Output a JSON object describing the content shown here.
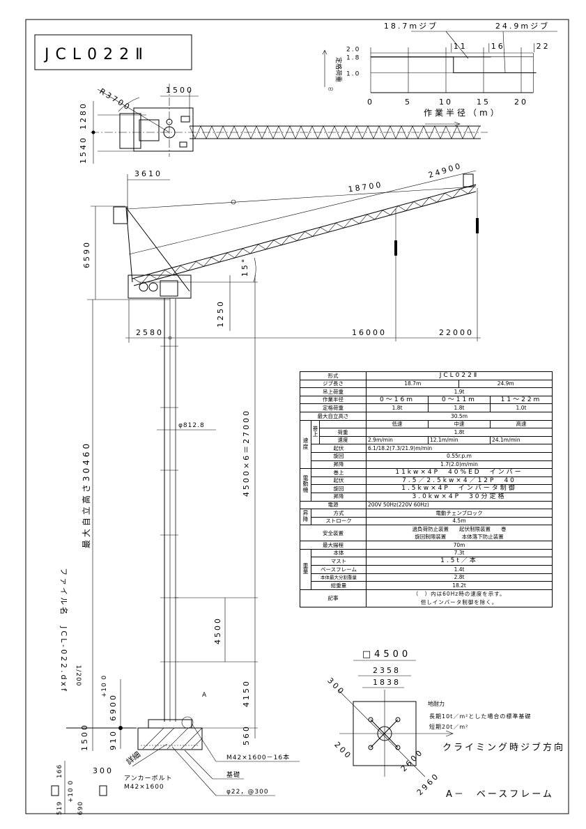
{
  "title": "JCL022Ⅱ",
  "chart_data": {
    "type": "line",
    "title": "",
    "xlabel": "作業半径（m）",
    "ylabel": "定格荷重",
    "yunit": "(t)",
    "xlim": [
      0,
      21.6
    ],
    "ylim": [
      0,
      2.2
    ],
    "x_ticks": [
      "0",
      "5",
      "10",
      "15",
      "20"
    ],
    "x_tick_values": [
      0,
      5,
      10,
      15,
      20
    ],
    "y_ticks": [
      "2.0",
      "1.8",
      "1.0"
    ],
    "y_tick_values": [
      2.0,
      1.8,
      1.0
    ],
    "top_markers": [
      "11",
      "16",
      "22"
    ],
    "top_marker_values": [
      11,
      16,
      22
    ],
    "grid": true,
    "series": [
      {
        "name": "18.7mジブ",
        "x": [
          0,
          16
        ],
        "y": [
          1.8,
          1.8
        ]
      },
      {
        "name": "24.9mジブ",
        "x": [
          0,
          11,
          11,
          22
        ],
        "y": [
          1.8,
          1.8,
          1.0,
          1.0
        ]
      }
    ]
  },
  "plan_view": {
    "radius": "R3700",
    "width": "1500",
    "upper": "1280",
    "lower": "1540"
  },
  "elevation": {
    "width": "3610",
    "height": "6590",
    "jib_long": "24900",
    "jib_short": "18700",
    "angle": "15°",
    "pivot": "1250",
    "tail": "2580",
    "radius_short": "16000",
    "radius_long": "22000"
  },
  "mast": {
    "diameter": "φ812.8",
    "sections": "4500×6＝27000",
    "section": "4500",
    "bottom": "4150",
    "foundation_depth": "560",
    "max_height": "最大自立高さ30460",
    "h1500": "1500",
    "h910": "910",
    "h6900": "6900",
    "tolerance": "+10 0"
  },
  "file": {
    "name": "ファイル名　JCL-022.dxf",
    "scale": "1/200"
  },
  "foundation": {
    "bolts": "M42×1600－16本",
    "base": "基礎",
    "rebar": "φ22，@300",
    "detail": "詳細",
    "section_mark": "A",
    "anchor_label": "アンカーボルト",
    "anchor_spec": "M42×1600",
    "anchor_pitch": "300",
    "d166": "166",
    "d519": "519",
    "d690": "690",
    "d_tol": "+10 0"
  },
  "base_frame": {
    "size": "□4500",
    "d2358": "2358",
    "d1838": "1838",
    "d300": "300",
    "d200": "200",
    "d2600": "2600",
    "d2960": "2960",
    "soil_title": "地耐力",
    "soil_long": "長期10t／m²とした場合の標準基礎",
    "soil_short": "短期20t／m²",
    "jib_direction": "クライミング時ジブ方向",
    "caption": "A－　ベースフレーム"
  },
  "spec": {
    "model_label": "形式",
    "model": "JCL022Ⅱ",
    "jib_label": "ジブ長さ",
    "jib1": "18.7m",
    "jib2": "24.9m",
    "lift_label": "吊上荷重",
    "lift": "1.9t",
    "radius_label": "作業半径",
    "radius1": "0～16m",
    "radius2": "0～11m",
    "radius3": "11～22m",
    "rated_label": "定格荷重",
    "rated1": "1.8t",
    "rated2": "1.8t",
    "rated3": "1.0t",
    "height_label": "最大自立高さ",
    "height": "30.5m",
    "speed_group": "速度",
    "hoist_group": "巻上",
    "low": "低速",
    "mid": "中速",
    "high": "高速",
    "load_label": "荷重",
    "load": "1.8t",
    "speed_label": "速度",
    "speed_low": "2.9m/min",
    "speed_mid": "12.1m/min",
    "speed_high": "24.1m/min",
    "luff_label": "起伏",
    "luff": "6.1/18.2(7.3/21.9)m/min",
    "slew_label": "旋回",
    "slew": "0.55r.p.m",
    "climb_label": "昇降",
    "climb": "1.7(2.0)m/min",
    "motor_group": "電動機",
    "m_hoist_label": "巻上",
    "m_hoist": "11kw×4P　40%ED　インバー",
    "m_luff_label": "起伏",
    "m_luff": "7.5／2.5kw×4／12P　40",
    "m_slew_label": "旋回",
    "m_slew": "1.5kw×4P　インバータ制御",
    "m_climb_label": "昇降",
    "m_climb": "3.0kw×4P　30分定格",
    "power_label": "電源",
    "power": "200V 50Hz(220V 60Hz)",
    "climb_group": "昇降",
    "method_label": "方式",
    "method": "電動チェンブロック",
    "stroke_label": "ストローク",
    "stroke": "4.5m",
    "safety_label": "安全装置",
    "safety1": "過負荷防止装置　　起伏制限装置　　巻",
    "safety2": "旋回制限装置　　　本体落下防止装置",
    "lift_height_label": "最大揚程",
    "lift_height": "70m",
    "weight_group": "重量",
    "body_label": "本体",
    "body": "7.3t",
    "mast_label": "マスト",
    "mast": "1.5t／本",
    "frame_label": "ベースフレーム",
    "frame": "1.4t",
    "max_part_label": "本体最大分割重量",
    "max_part": "2.8t",
    "total_label": "総重量",
    "total": "18.2t",
    "notes_label": "記事",
    "note1": "（　）内は60Hz時の速度を示す。",
    "note2": "但しインバータ制御を除く。"
  }
}
